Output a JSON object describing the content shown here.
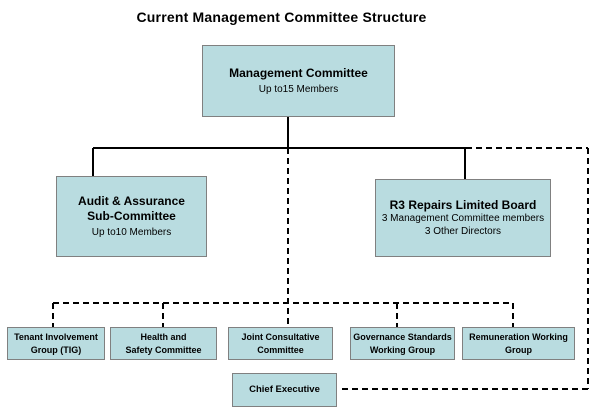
{
  "title": "Current Management Committee Structure",
  "colors": {
    "background": "#ffffff",
    "box_fill": "#b9dce0",
    "box_border": "#808080",
    "line_color": "#000000",
    "text_color": "#000000"
  },
  "nodes": {
    "management": {
      "title": "Management Committee",
      "subtitle": "Up to15 Members"
    },
    "audit": {
      "line1": "Audit & Assurance",
      "line2": "Sub-Committee",
      "subtitle": "Up to10 Members"
    },
    "r3": {
      "title": "R3 Repairs Limited Board",
      "detail1": "3 Management Committee members",
      "detail2": "3 Other Directors"
    },
    "tenant": {
      "line1": "Tenant Involvement",
      "line2": "Group (TIG)"
    },
    "health": {
      "line1": "Health and",
      "line2": "Safety Committee"
    },
    "joint": {
      "line1": "Joint Consultative",
      "line2": "Committee"
    },
    "governance": {
      "line1": "Governance Standards",
      "line2": "Working Group"
    },
    "remuneration": {
      "line1": "Remuneration Working",
      "line2": "Group"
    },
    "chief": {
      "title": "Chief Executive"
    }
  }
}
